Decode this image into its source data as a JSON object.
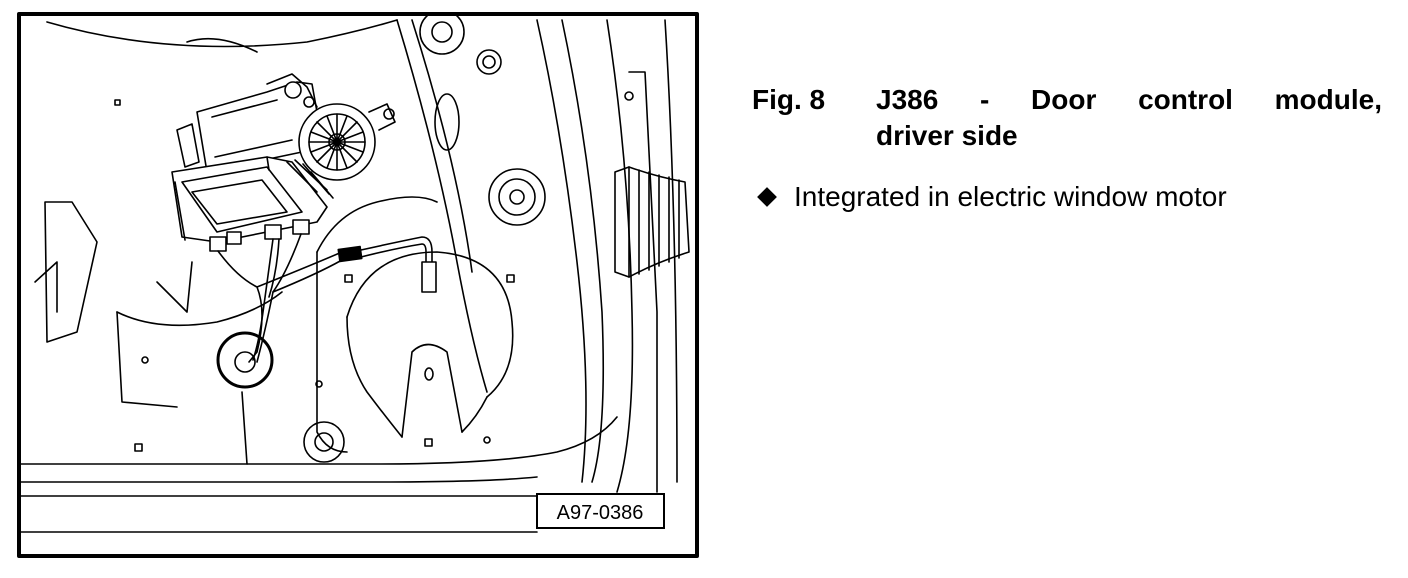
{
  "figure": {
    "ref_code": "A97-0386"
  },
  "caption": {
    "fig_number": "Fig. 8",
    "title_line1": "J386 - Door control module,",
    "title_line2": "driver side",
    "bullet": "Integrated in electric window motor"
  }
}
